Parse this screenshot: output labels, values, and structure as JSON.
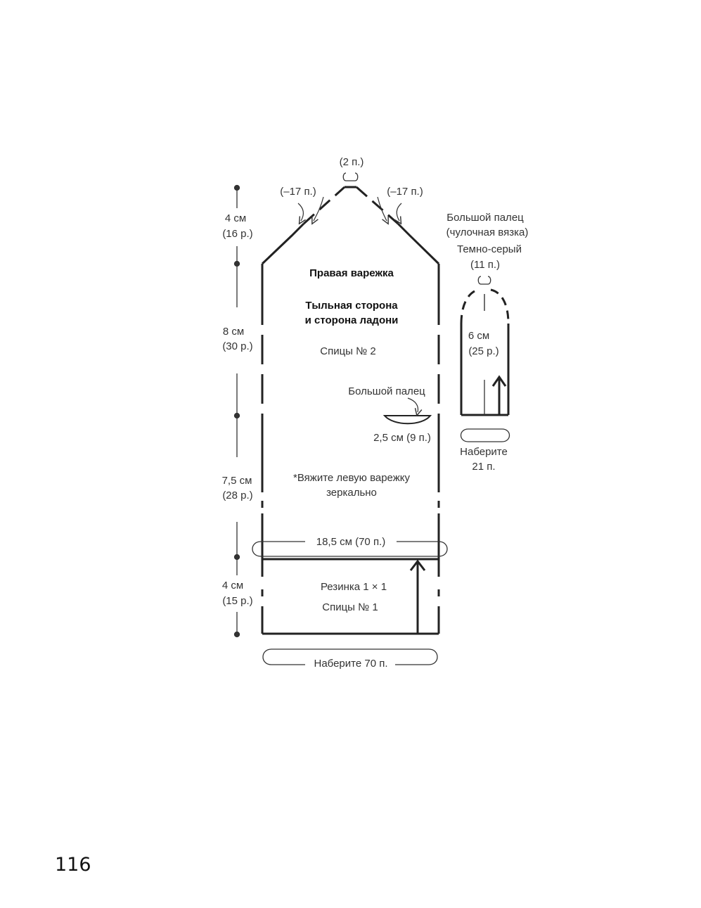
{
  "page_number": "116",
  "mitten": {
    "title": "Правая варежка",
    "subtitle_line1": "Тыльная сторона",
    "subtitle_line2": "и сторона ладони",
    "needles_main": "Спицы № 2",
    "thumb_label": "Большой палец",
    "thumb_width": "2,5 см (9 п.)",
    "note_line1": "*Вяжите левую варежку",
    "note_line2": "зеркально",
    "width": "18,5 см (70 п.)",
    "rib_label": "Резинка 1 × 1",
    "needles_rib": "Спицы № 1",
    "cast_on": "Наберите 70 п.",
    "top_stitches": "(2 п.)",
    "decrease_left": "(–17 п.)",
    "decrease_right": "(–17 п.)"
  },
  "heights": [
    {
      "cm": "4 см",
      "rows": "(16 р.)"
    },
    {
      "cm": "8 см",
      "rows": "(30 р.)"
    },
    {
      "cm": "7,5 см",
      "rows": "(28 р.)"
    },
    {
      "cm": "4 см",
      "rows": "(15 р.)"
    }
  ],
  "thumb": {
    "title_line1": "Большой палец",
    "title_line2": "(чулочная вязка)",
    "color": "Темно-серый",
    "top_stitches": "(11 п.)",
    "height_cm": "6 см",
    "height_rows": "(25 р.)",
    "cast_on_line1": "Наберите",
    "cast_on_line2": "21 п."
  }
}
